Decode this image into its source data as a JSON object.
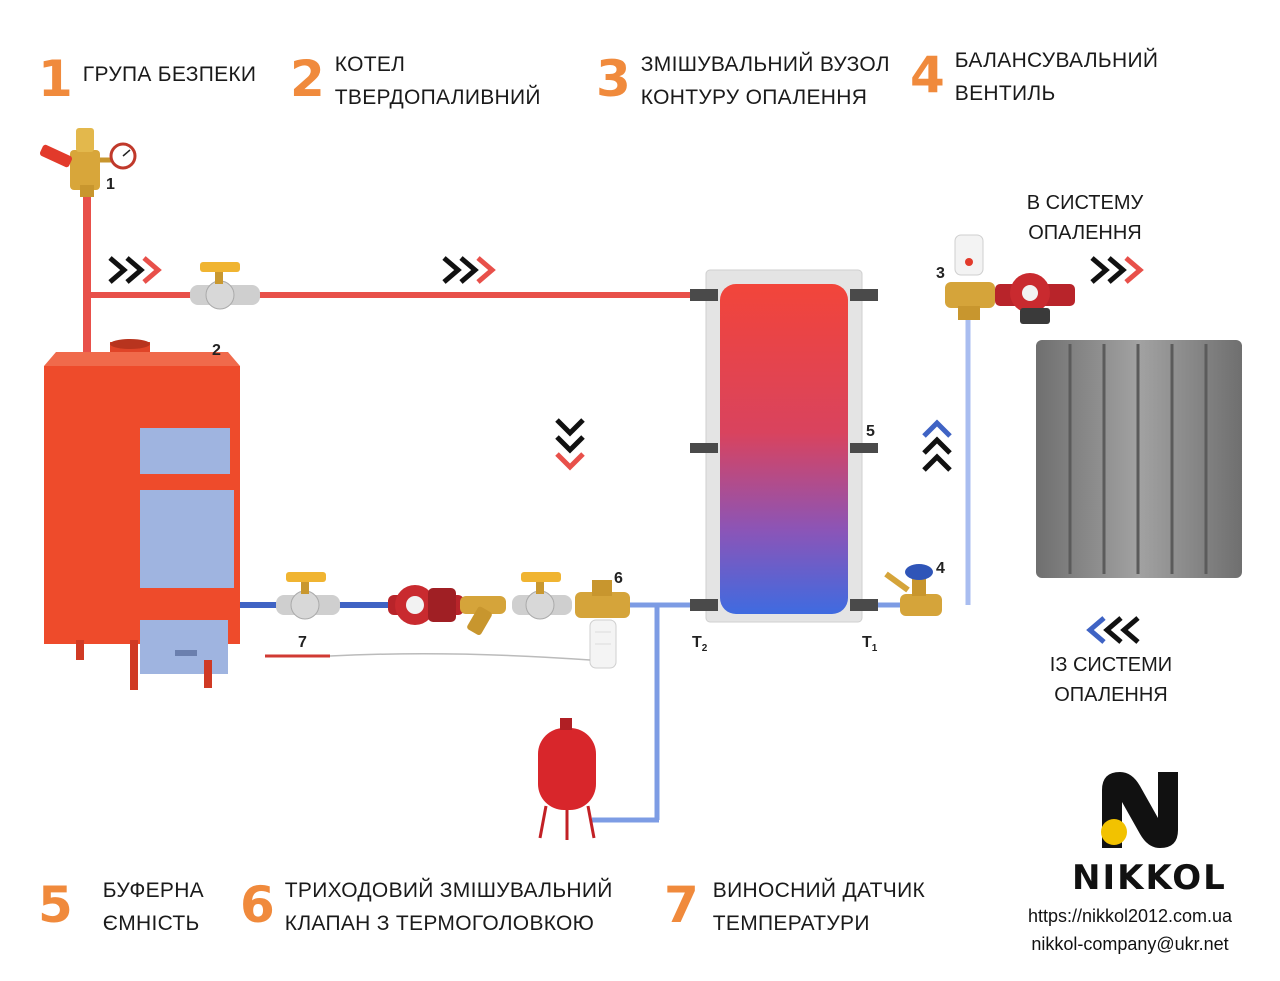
{
  "legend": [
    {
      "num": "1",
      "lines": [
        "ГРУПА БЕЗПЕКИ"
      ]
    },
    {
      "num": "2",
      "lines": [
        "КОТЕЛ",
        "ТВЕРДОПАЛИВНИЙ"
      ]
    },
    {
      "num": "3",
      "lines": [
        "ЗМІШУВАЛЬНИЙ ВУЗОЛ",
        "КОНТУРУ ОПАЛЕННЯ"
      ]
    },
    {
      "num": "4",
      "lines": [
        "БАЛАНСУВАЛЬНИЙ",
        "ВЕНТИЛЬ"
      ]
    },
    {
      "num": "5",
      "lines": [
        "БУФЕРНА",
        "ЄМНІСТЬ"
      ]
    },
    {
      "num": "6",
      "lines": [
        "ТРИХОДОВИЙ ЗМІШУВАЛЬНИЙ",
        "КЛАПАН З ТЕРМОГОЛОВКОЮ"
      ]
    },
    {
      "num": "7",
      "lines": [
        "ВИНОСНИЙ ДАТЧИК",
        "ТЕМПЕРАТУРИ"
      ]
    }
  ],
  "flow": {
    "to_system": [
      "В СИСТЕМУ",
      "ОПАЛЕННЯ"
    ],
    "from_system": [
      "ІЗ СИСТЕМИ",
      "ОПАЛЕННЯ"
    ]
  },
  "tags": {
    "safety_group": "1",
    "boiler": "2",
    "mixing_unit": "3",
    "balancing_valve": "4",
    "buffer_tank": "5",
    "three_way_valve": "6",
    "temp_sensor": "7",
    "t2": "T",
    "t2_sub": "2",
    "t1": "T",
    "t1_sub": "1"
  },
  "brand": {
    "name": "NIKKOL",
    "url": "https://nikkol2012.com.ua",
    "email": "nikkol-company@ukr.net"
  },
  "colors": {
    "accent_number": "#f08a3c",
    "hot_pipe": "#e8504a",
    "cold_pipe": "#6e8fd8",
    "boiler_body": "#ee4b2b",
    "boiler_door": "#9fb4e0",
    "radiator": "#8c8c8c"
  }
}
